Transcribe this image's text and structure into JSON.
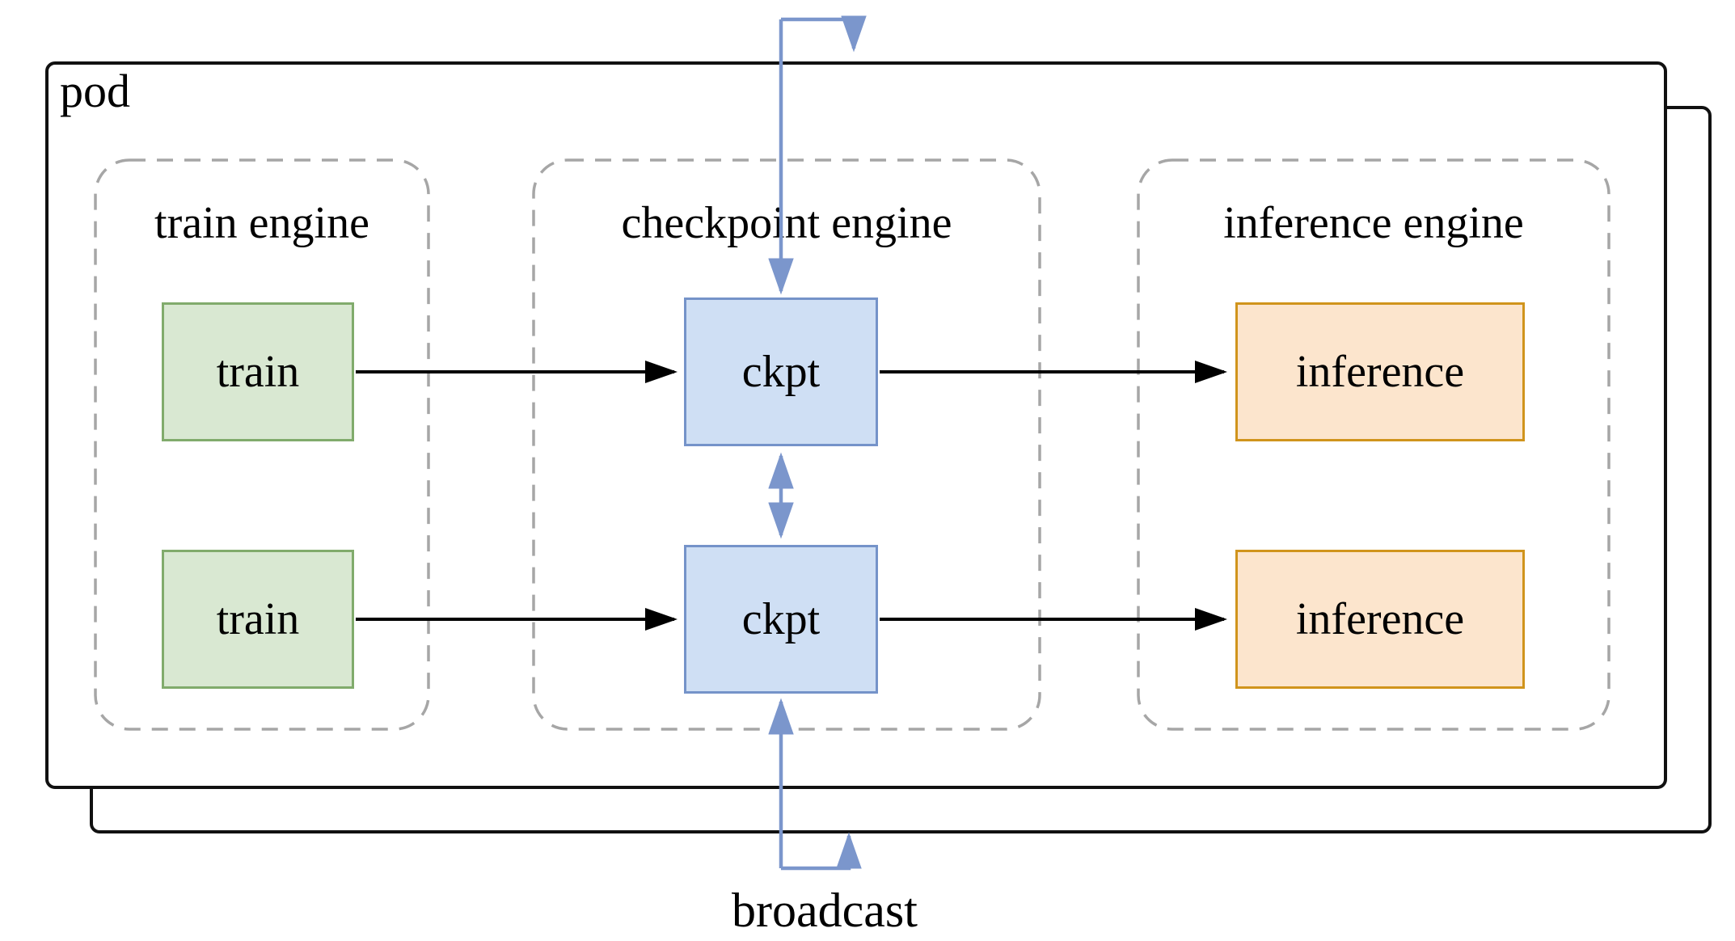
{
  "diagram": {
    "pod": {
      "label": "pod",
      "stacked": true
    },
    "groups": [
      {
        "id": "train-engine",
        "label": "train engine"
      },
      {
        "id": "checkpoint-engine",
        "label": "checkpoint engine"
      },
      {
        "id": "inference-engine",
        "label": "inference engine"
      }
    ],
    "nodes": [
      {
        "id": "train-1",
        "group": "train-engine",
        "label": "train",
        "color": "green"
      },
      {
        "id": "train-2",
        "group": "train-engine",
        "label": "train",
        "color": "green"
      },
      {
        "id": "ckpt-1",
        "group": "checkpoint-engine",
        "label": "ckpt",
        "color": "blue"
      },
      {
        "id": "ckpt-2",
        "group": "checkpoint-engine",
        "label": "ckpt",
        "color": "blue"
      },
      {
        "id": "inference-1",
        "group": "inference-engine",
        "label": "inference",
        "color": "orange"
      },
      {
        "id": "inference-2",
        "group": "inference-engine",
        "label": "inference",
        "color": "orange"
      }
    ],
    "edges": [
      {
        "from": "train-1",
        "to": "ckpt-1",
        "style": "black-arrow"
      },
      {
        "from": "train-2",
        "to": "ckpt-2",
        "style": "black-arrow"
      },
      {
        "from": "ckpt-1",
        "to": "inference-1",
        "style": "black-arrow"
      },
      {
        "from": "ckpt-2",
        "to": "inference-2",
        "style": "black-arrow"
      },
      {
        "from": "ckpt-1",
        "to": "ckpt-2",
        "style": "blue-arrow",
        "bidirectional": true
      },
      {
        "from": "broadcast-top-loop",
        "to": "ckpt-1",
        "style": "blue-arrow"
      },
      {
        "from": "broadcast-bottom-loop",
        "to": "ckpt-2",
        "style": "blue-arrow"
      }
    ],
    "annotations": {
      "broadcast_label": "broadcast"
    },
    "colors": {
      "pod_border": "#111111",
      "group_border": "#a6a6a6",
      "green_fill": "#d9e8d2",
      "green_border": "#81ab6c",
      "blue_fill": "#cfdff4",
      "blue_border": "#7593c9",
      "orange_fill": "#fce5cd",
      "orange_border": "#d0941c",
      "arrow_black": "#000000",
      "arrow_blue": "#7b96cc"
    }
  }
}
